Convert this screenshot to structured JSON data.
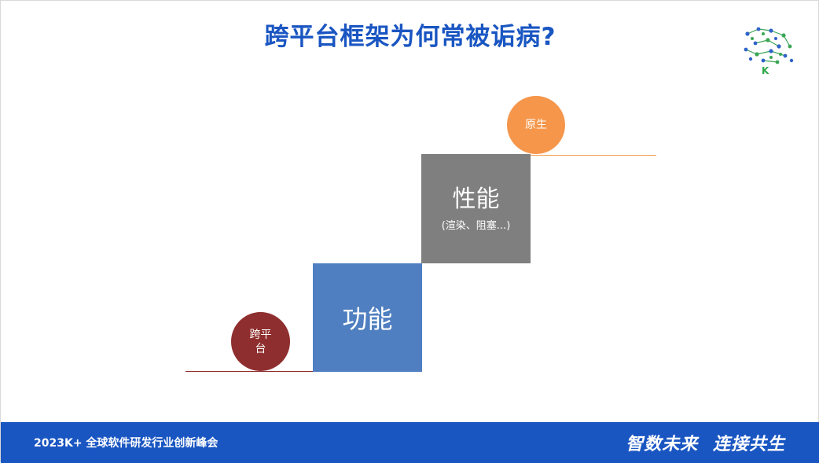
{
  "slide": {
    "title": "跨平台框架为何常被诟病?",
    "logo_letter": "K"
  },
  "steps": {
    "cross_platform": "跨平台",
    "function": "功能",
    "performance": "性能",
    "performance_detail": "(渲染、阻塞...)",
    "native": "原生"
  },
  "footer": {
    "event": "2023K+ 全球软件研发行业创新峰会",
    "slogan_1": "智数未来",
    "slogan_2": "连接共生"
  },
  "colors": {
    "brand_blue": "#1a56c2",
    "cross_platform": "#8f2e2e",
    "function": "#4f7fc0",
    "performance": "#7f7f7f",
    "native": "#f6964a"
  }
}
